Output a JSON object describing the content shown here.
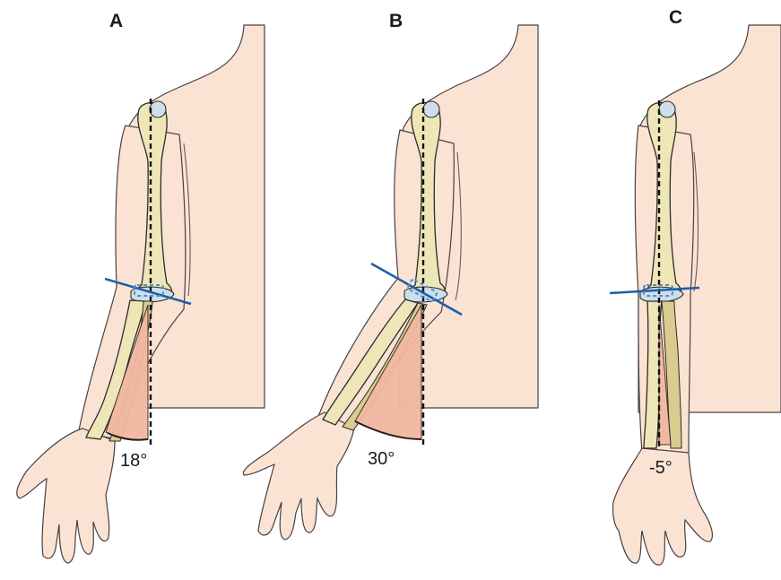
{
  "panels": [
    {
      "label": "A",
      "angle": "18°"
    },
    {
      "label": "B",
      "angle": "30°"
    },
    {
      "label": "C",
      "angle": "-5°"
    }
  ],
  "colors": {
    "skin": "#fbe3d4",
    "bone": "#efe6b8",
    "joint_line": "#1f5fa8",
    "angle_wedge": "#f2b7a0"
  }
}
